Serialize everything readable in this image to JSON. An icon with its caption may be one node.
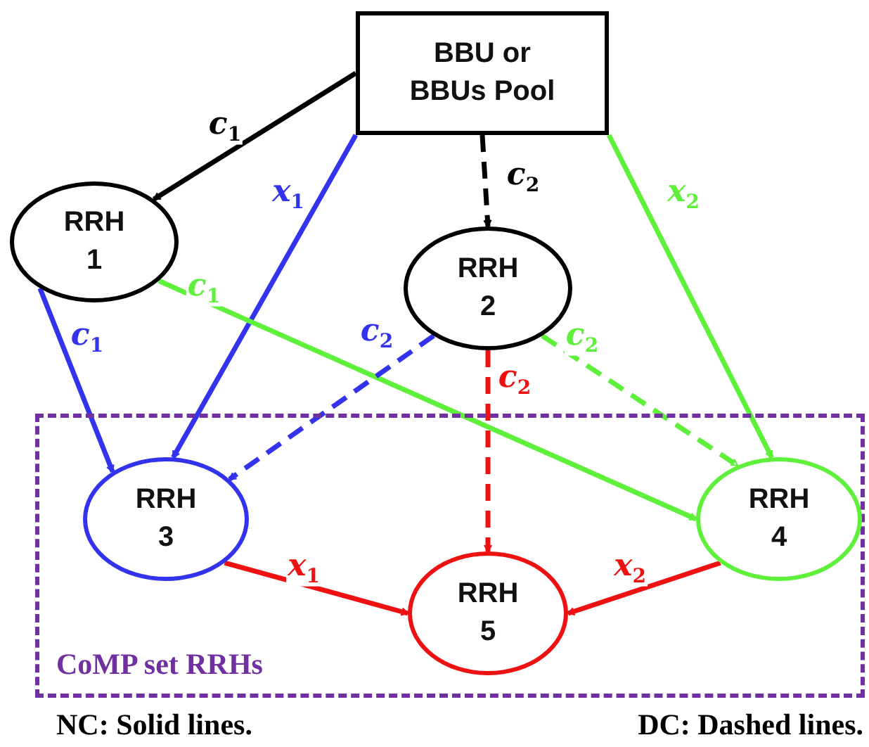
{
  "diagram": {
    "nodes": [
      {
        "text": [
          "BBU or BBUs Pool"
        ]
      },
      {
        "text": [
          "RRH 1"
        ]
      },
      {
        "text": [
          "RRH 2"
        ]
      },
      {
        "text": [
          "CoMP set RRHs"
        ]
      },
      {
        "text": [
          "RRH 3"
        ],
        "in": 3
      },
      {
        "text": [
          "RRH 4"
        ],
        "in": 3
      },
      {
        "text": [
          "RRH 5"
        ],
        "in": 3
      }
    ],
    "edges": [
      {
        "from": 0,
        "to": 1,
        "arrow": "to",
        "label": "*c*$_{1}$",
        "color": "#000000"
      },
      {
        "from": 0,
        "to": 4,
        "arrow": "to",
        "label": "*x*$_{1}$",
        "color": "#3333ee"
      },
      {
        "from": 0,
        "to": 2,
        "arrow": "to",
        "label": "*c*$_{2}$",
        "style": "dashed",
        "color": "#000000"
      },
      {
        "from": 0,
        "to": 5,
        "arrow": "to",
        "label": "*x*$_{2}$",
        "color": "#5ef03a"
      },
      {
        "from": 1,
        "to": 4,
        "arrow": "to",
        "label": "*c*$_{1}$",
        "color": "#3333ee"
      },
      {
        "from": 1,
        "to": 5,
        "arrow": "to",
        "label": "*c*$_{1}$",
        "color": "#5ef03a"
      },
      {
        "from": 2,
        "to": 4,
        "arrow": "to",
        "label": "*c*$_{2}$",
        "style": "dashed",
        "color": "#3333ee"
      },
      {
        "from": 2,
        "to": 6,
        "arrow": "to",
        "label": "*c*$_{2}$",
        "style": "dashed",
        "color": "#ee1111"
      },
      {
        "from": 2,
        "to": 5,
        "arrow": "to",
        "label": "*c*$_{2}$",
        "style": "dashed",
        "color": "#5ef03a"
      },
      {
        "from": 4,
        "to": 6,
        "arrow": "to",
        "label": "*x*$_{1}$",
        "color": "#ee1111"
      },
      {
        "from": 5,
        "to": 6,
        "arrow": "to",
        "label": "*x*$_{2}$",
        "color": "#ee1111"
      }
    ],
    "labels": [
      "NC: Solid lines.",
      "DC: Dashed lines."
    ]
  }
}
